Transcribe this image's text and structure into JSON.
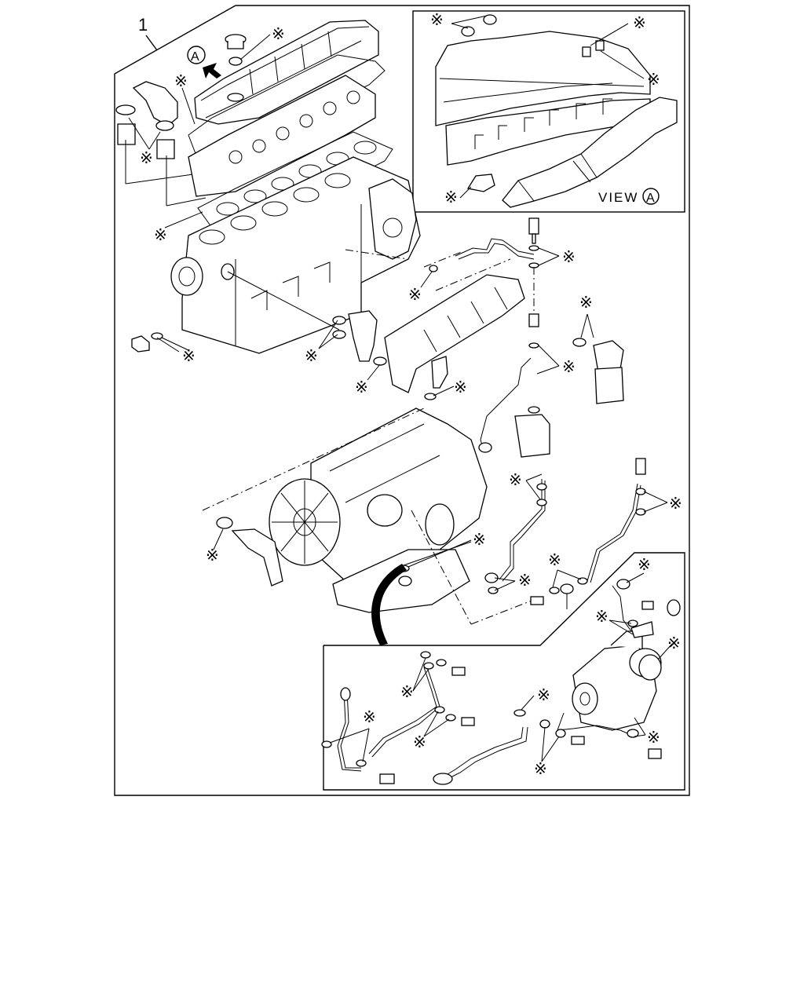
{
  "figure": {
    "item_number": "1",
    "view_callout": "A",
    "view_label": "VIEW",
    "asterisk_glyph": "※"
  }
}
